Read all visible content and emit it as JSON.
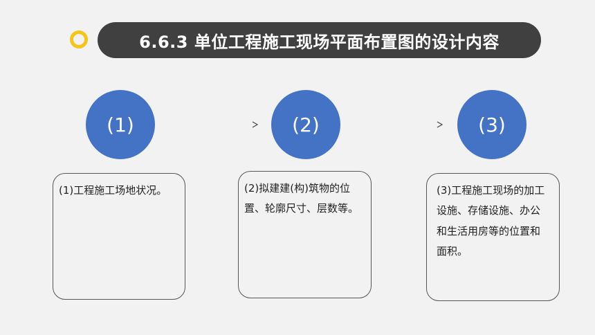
{
  "title": "6.6.3 单位工程施工现场平面布置图的设计内容",
  "colors": {
    "accent_yellow": "#f5c518",
    "title_bar": "#404040",
    "circle_blue": "#4472c4",
    "background": "#f2f2f2"
  },
  "steps": [
    {
      "label": "(1)",
      "text": "(1)工程施工场地状况。"
    },
    {
      "label": "(2)",
      "text": "(2)拟建建(构)筑物的位置、轮廓尺寸、层数等。"
    },
    {
      "label": "(3)",
      "text": "(3)工程施工现场的加工设施、存储设施、办公和生活用房等的位置和面积。"
    }
  ]
}
